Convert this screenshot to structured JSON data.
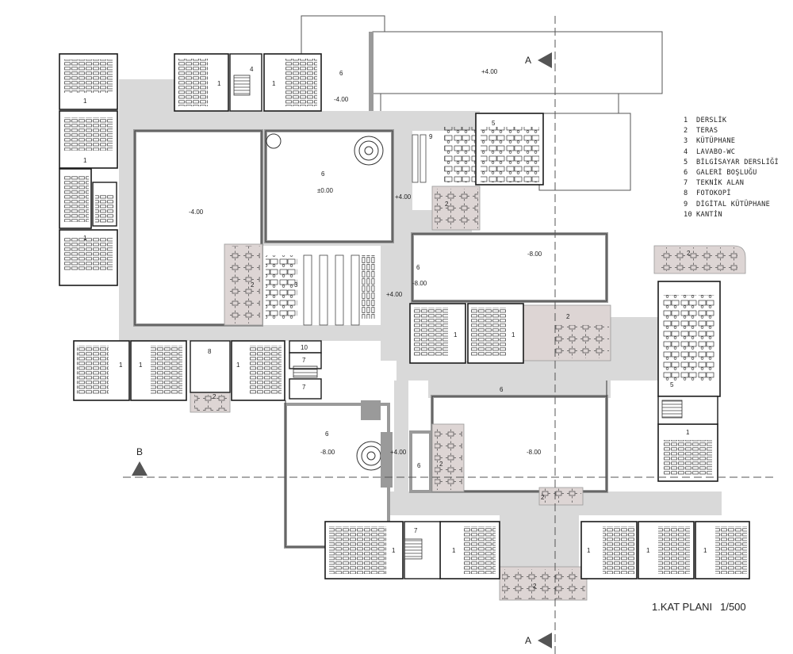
{
  "drawing": {
    "title": "1.KAT PLANI",
    "scale": "1/500"
  },
  "legend": [
    {
      "num": "1",
      "label": "DERSLİK"
    },
    {
      "num": "2",
      "label": "TERAS"
    },
    {
      "num": "3",
      "label": "KÜTÜPHANE"
    },
    {
      "num": "4",
      "label": "LAVABO-WC"
    },
    {
      "num": "5",
      "label": "BİLGİSAYAR DERSLİĞİ"
    },
    {
      "num": "6",
      "label": "GALERİ BOŞLUĞU"
    },
    {
      "num": "7",
      "label": "TEKNİK ALAN"
    },
    {
      "num": "8",
      "label": "FOTOKOPİ"
    },
    {
      "num": "9",
      "label": "DİGİTAL KÜTÜPHANE"
    },
    {
      "num": "10",
      "label": "KANTİN"
    }
  ],
  "levels": {
    "roof_top": "+4.00",
    "void_top_left": "-4.00",
    "void_center": "±0.00",
    "void_large_left": "-4.00",
    "corridor_right": "+4.00",
    "void_right_top": "-8.00",
    "mid_right": "+4.00",
    "void_mid_small": "-8.00",
    "void_bottom_left": "-8.00",
    "stair_bottom": "+4.00",
    "void_bottom_right": "-8.00"
  },
  "section_marks": {
    "a_top": "A",
    "a_bottom": "A",
    "b_left": "B"
  },
  "room_numbers": {
    "classroom": "1",
    "terrace": "2",
    "library": "3",
    "wc": "4",
    "computer": "5",
    "void": "6",
    "technical": "7",
    "copy": "8",
    "digital": "9",
    "canteen": "10"
  },
  "colors": {
    "corridor": "#d9d9d9",
    "terrace": "#ddd5d4",
    "void_edge": "#9a9a9a",
    "wall": "#1a1a1a",
    "roof": "#ffffff"
  }
}
